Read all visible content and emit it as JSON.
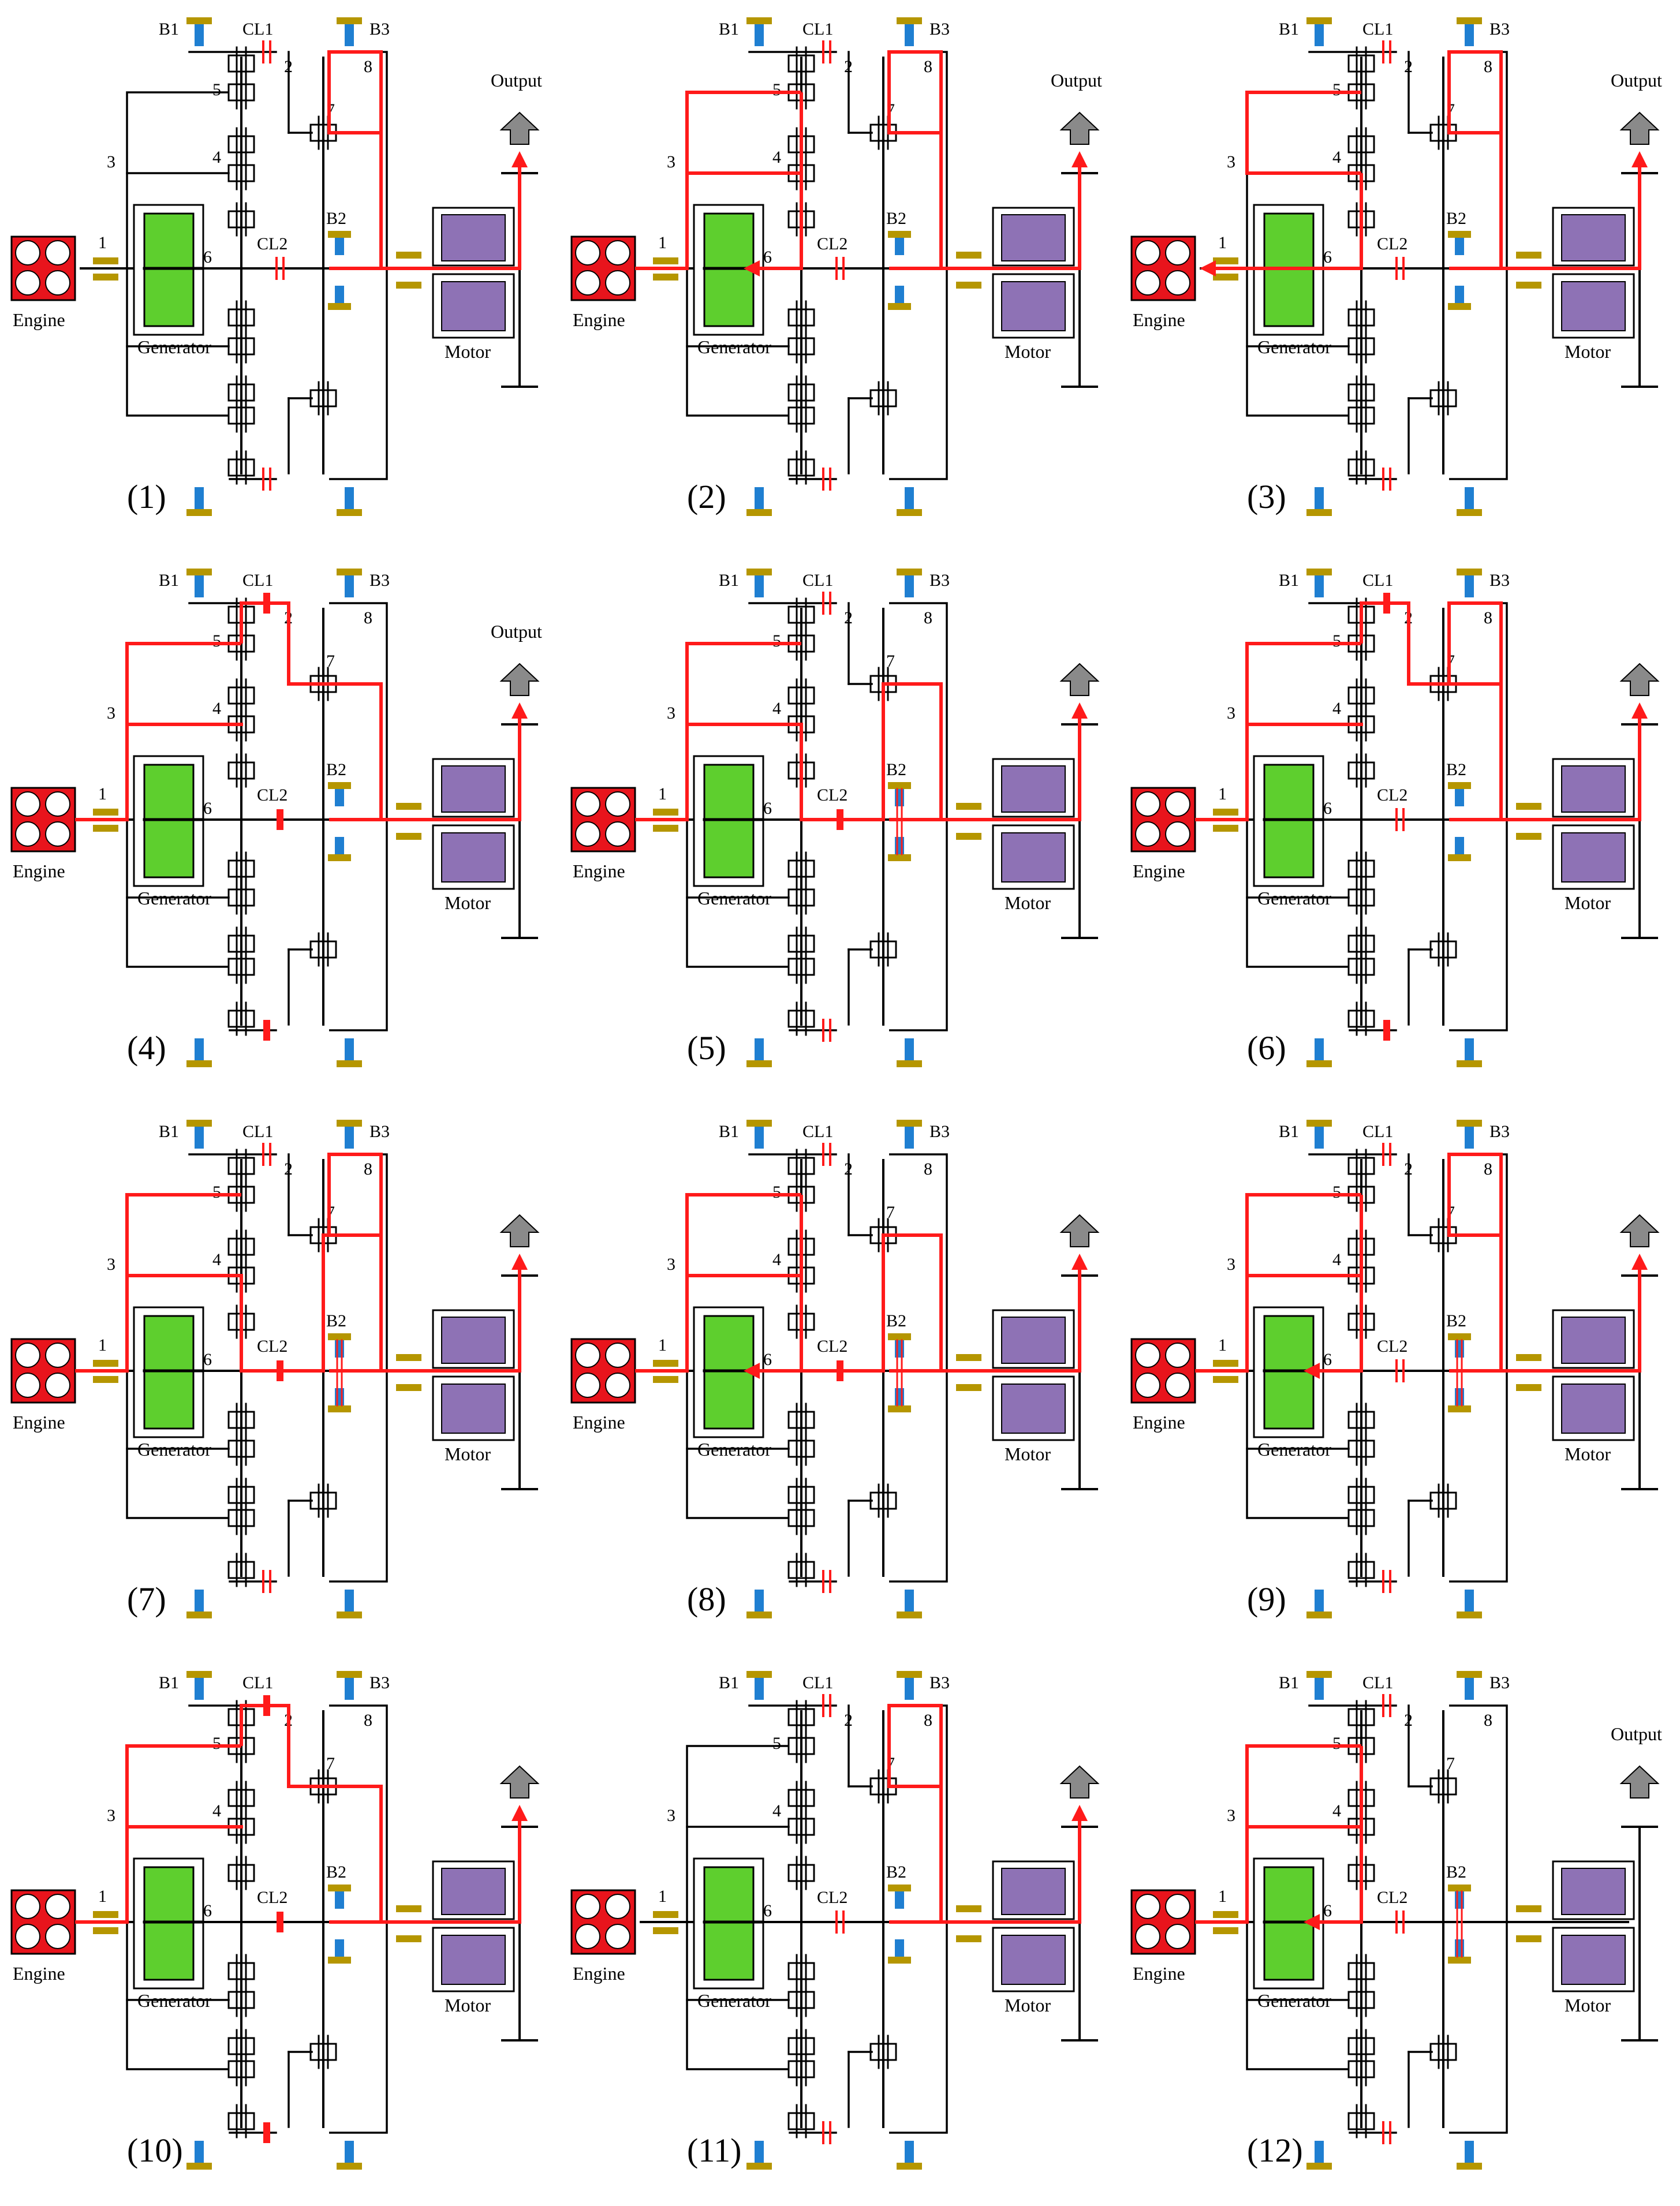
{
  "labels": {
    "engine": "Engine",
    "generator": "Generator",
    "motor": "Motor",
    "output": "Output",
    "cl1": "CL1",
    "cl2": "CL2",
    "b1": "B1",
    "b2": "B2",
    "b3": "B3",
    "shaft_1": "1",
    "gear_2": "2",
    "gear_3": "3",
    "gear_4": "4",
    "gear_5": "5",
    "gear_6": "6",
    "gear_7": "7",
    "gear_8": "8"
  },
  "colors": {
    "power_flow": "#ff1a1a",
    "engine": "#e8141c",
    "generator": "#5ecf2e",
    "motor": "#8e72b5",
    "bearing": "#b59600",
    "brake": "#1f7fd1",
    "output_arrow": "#8a8a8a",
    "structure": "#000000"
  },
  "panels": [
    {
      "caption": "(1)",
      "show_output_label": true,
      "cl1_engaged": false,
      "cl2_engaged": false,
      "b2_engaged": true,
      "flow": [
        "motor-output",
        "motor-ring8"
      ]
    },
    {
      "caption": "(2)",
      "show_output_label": true,
      "cl1_engaged": false,
      "cl2_engaged": false,
      "b2_engaged": true,
      "flow": [
        "engine-carrier",
        "engine-generator",
        "motor-output",
        "motor-ring8"
      ]
    },
    {
      "caption": "(3)",
      "show_output_label": true,
      "cl1_engaged": false,
      "cl2_engaged": false,
      "b2_engaged": true,
      "flow": [
        "generator-engine",
        "carrier-loop",
        "motor-output",
        "motor-ring8"
      ]
    },
    {
      "caption": "(4)",
      "show_output_label": true,
      "cl1_engaged": true,
      "cl2_engaged": true,
      "b2_engaged": true,
      "flow": [
        "engine-carrier",
        "cl1-path",
        "motor-output"
      ]
    },
    {
      "caption": "(5)",
      "show_output_label": false,
      "cl1_engaged": false,
      "cl2_engaged": true,
      "b2_engaged": false,
      "flow": [
        "engine-carrier",
        "cl2-path",
        "motor-output"
      ]
    },
    {
      "caption": "(6)",
      "show_output_label": false,
      "cl1_engaged": true,
      "cl2_engaged": false,
      "b2_engaged": true,
      "flow": [
        "engine-carrier",
        "cl1-path",
        "motor-ring8",
        "motor-output"
      ]
    },
    {
      "caption": "(7)",
      "show_output_label": false,
      "cl1_engaged": false,
      "cl2_engaged": true,
      "b2_engaged": false,
      "flow": [
        "engine-carrier",
        "cl2-path",
        "motor-ring8",
        "motor-output"
      ]
    },
    {
      "caption": "(8)",
      "show_output_label": false,
      "cl1_engaged": false,
      "cl2_engaged": true,
      "b2_engaged": false,
      "flow": [
        "engine-carrier",
        "engine-generator",
        "cl2-path",
        "motor-output"
      ]
    },
    {
      "caption": "(9)",
      "show_output_label": false,
      "cl1_engaged": false,
      "cl2_engaged": false,
      "b2_engaged": false,
      "flow": [
        "engine-carrier",
        "engine-generator",
        "motor-ring8",
        "motor-output"
      ]
    },
    {
      "caption": "(10)",
      "show_output_label": false,
      "cl1_engaged": true,
      "cl2_engaged": true,
      "b2_engaged": true,
      "flow": [
        "engine-carrier",
        "cl1-path",
        "motor-output"
      ]
    },
    {
      "caption": "(11)",
      "show_output_label": false,
      "cl1_engaged": false,
      "cl2_engaged": false,
      "b2_engaged": true,
      "flow": [
        "motor-ring8",
        "motor-output"
      ]
    },
    {
      "caption": "(12)",
      "show_output_label": true,
      "cl1_engaged": false,
      "cl2_engaged": false,
      "b2_engaged": false,
      "flow": [
        "engine-carrier",
        "engine-generator"
      ]
    }
  ]
}
